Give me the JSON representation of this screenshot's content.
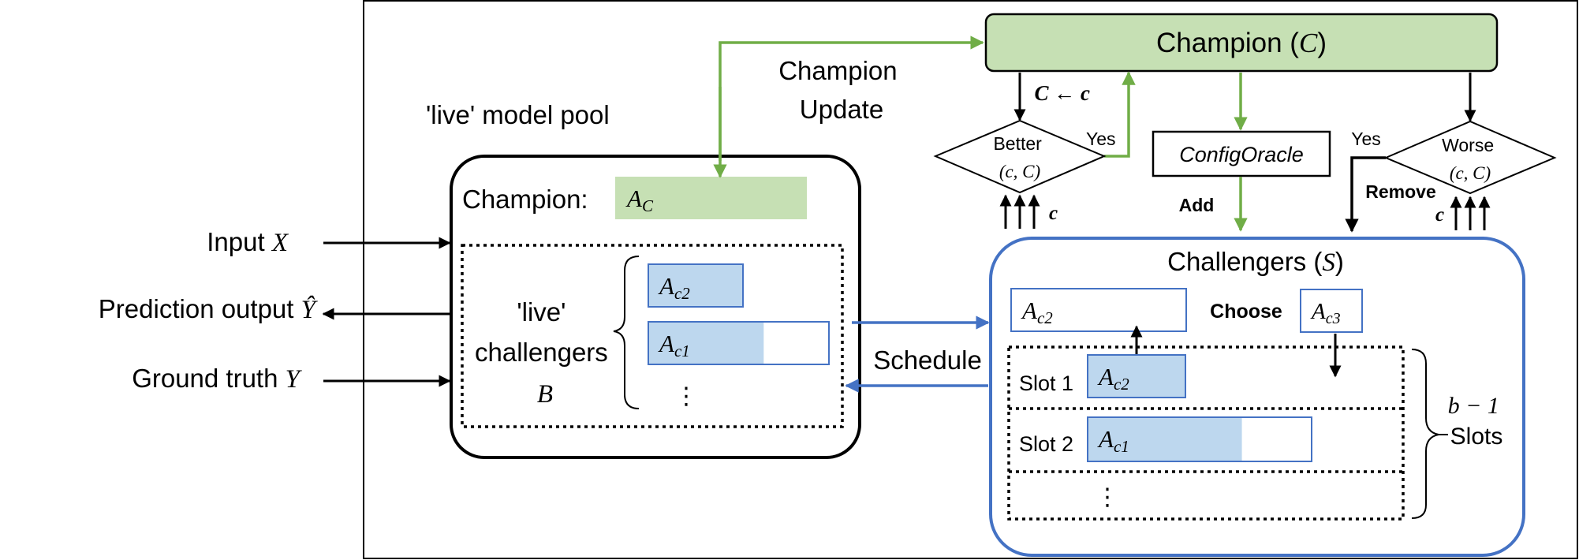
{
  "colors": {
    "green_fill": "#c6e0b4",
    "green_arrow": "#70ad47",
    "blue_fill": "#bdd7ee",
    "blue_stroke": "#4472c4",
    "blue_arrow": "#4472c4",
    "black": "#000000"
  },
  "inputs": {
    "input": {
      "label": "Input",
      "symbol": "X"
    },
    "prediction": {
      "label": "Prediction output",
      "symbol": "Ŷ"
    },
    "ground_truth": {
      "label": "Ground truth",
      "symbol": "Y"
    }
  },
  "pool": {
    "title": "'live' model pool",
    "champion_label": "Champion:",
    "champion_model": {
      "base": "A",
      "sub": "C"
    },
    "challengers_label": {
      "line1": "'live'",
      "line2": "challengers",
      "line3": "B"
    },
    "models": [
      {
        "base": "A",
        "sub": "c2",
        "progress": 1.0
      },
      {
        "base": "A",
        "sub": "c1",
        "progress": 0.64
      }
    ],
    "ellipsis": "⋮"
  },
  "champion_update": {
    "line1": "Champion",
    "line2": "Update"
  },
  "schedule_label": "Schedule",
  "champion_box": {
    "label": "Champion (",
    "symbol": "C",
    "close": ")"
  },
  "assign_label": {
    "lhs": "C",
    "arrow": " ← ",
    "rhs": "c"
  },
  "better": {
    "line1": "Better",
    "line2": "(c, C)",
    "yes": "Yes",
    "c_label": "c"
  },
  "oracle": {
    "label": "ConfigOracle",
    "add": "Add"
  },
  "worse": {
    "line1": "Worse",
    "line2": "(c, C)",
    "yes": "Yes",
    "remove": "Remove",
    "c_label": "c"
  },
  "challengers_box": {
    "title": "Challengers (",
    "symbol": "S",
    "close": ")",
    "chosen_model": {
      "base": "A",
      "sub": "c2"
    },
    "choose_label": "Choose",
    "candidate_model": {
      "base": "A",
      "sub": "c3"
    },
    "slots": [
      {
        "label": "Slot 1",
        "model": {
          "base": "A",
          "sub": "c2"
        },
        "progress": 1.0
      },
      {
        "label": "Slot 2",
        "model": {
          "base": "A",
          "sub": "c1"
        },
        "progress": 0.69
      }
    ],
    "ellipsis": "⋮",
    "slot_count": {
      "line1": "b − 1",
      "line2": "Slots"
    }
  }
}
